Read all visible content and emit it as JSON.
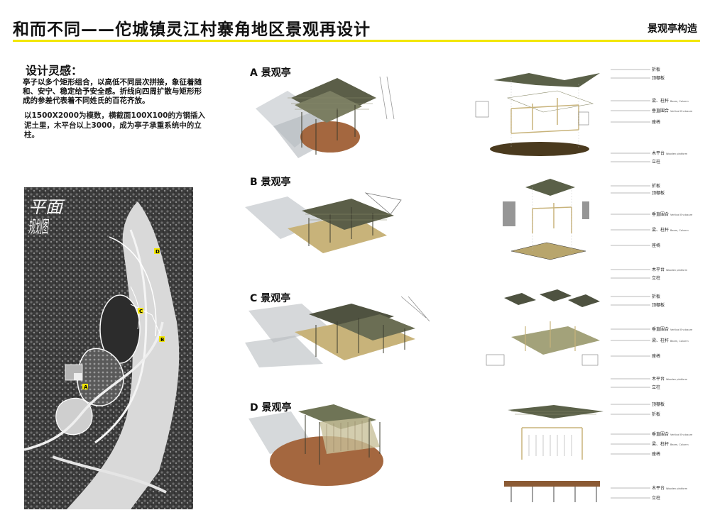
{
  "header": {
    "title": "和而不同——佗城镇灵江村寨角地区景观再设计",
    "right_label": "景观亭构造",
    "accent_color": "#f2e600"
  },
  "inspiration": {
    "heading": "设计灵感：",
    "paragraph1": "亭子以多个矩形组合，以高低不同层次拼接，象征着随和、安宁、稳定给予安全感。折线向四周扩散与矩形形成的参差代表着不同姓氏的百花齐放。",
    "paragraph2": "以1500X2000为模数，横截面100X100的方钢插入泥土里，木平台以上3000，成为亭子承重系统中的立柱。"
  },
  "site_plan": {
    "title_line1": "平面",
    "title_line2": "规划图",
    "markers": [
      "A",
      "B",
      "C",
      "D"
    ]
  },
  "pavilions": [
    {
      "label": "A 景观亭",
      "notes": [
        {
          "cn": "折板",
          "en": ""
        },
        {
          "cn": "顶棚板",
          "en": ""
        },
        {
          "cn": "梁、柱杆",
          "en": "Beam, Column"
        },
        {
          "cn": "垂直围合",
          "en": "Vertical Enclosure"
        },
        {
          "cn": "座椅",
          "en": ""
        },
        {
          "cn": "木平台",
          "en": "Wooden platform"
        },
        {
          "cn": "立柱",
          "en": ""
        }
      ]
    },
    {
      "label": "B 景观亭",
      "notes": [
        {
          "cn": "折板",
          "en": ""
        },
        {
          "cn": "顶棚板",
          "en": ""
        },
        {
          "cn": "垂直围合",
          "en": "Vertical Enclosure"
        },
        {
          "cn": "梁、柱杆",
          "en": "Beam, Column"
        },
        {
          "cn": "座椅",
          "en": ""
        },
        {
          "cn": "木平台",
          "en": "Wooden platform"
        },
        {
          "cn": "立柱",
          "en": ""
        }
      ]
    },
    {
      "label": "C 景观亭",
      "notes": [
        {
          "cn": "折板",
          "en": ""
        },
        {
          "cn": "顶棚板",
          "en": ""
        },
        {
          "cn": "垂直围合",
          "en": "Vertical Enclosure"
        },
        {
          "cn": "梁、柱杆",
          "en": "Beam, Column"
        },
        {
          "cn": "座椅",
          "en": ""
        },
        {
          "cn": "木平台",
          "en": "Wooden platform"
        },
        {
          "cn": "立柱",
          "en": ""
        }
      ]
    },
    {
      "label": "D 景观亭",
      "notes": [
        {
          "cn": "顶棚板",
          "en": ""
        },
        {
          "cn": "折板",
          "en": ""
        },
        {
          "cn": "垂直围合",
          "en": "Vertical Enclosure"
        },
        {
          "cn": "梁、柱杆",
          "en": "Beam, Column"
        },
        {
          "cn": "座椅",
          "en": ""
        },
        {
          "cn": "木平台",
          "en": "Wooden platform"
        },
        {
          "cn": "立柱",
          "en": ""
        }
      ]
    }
  ]
}
